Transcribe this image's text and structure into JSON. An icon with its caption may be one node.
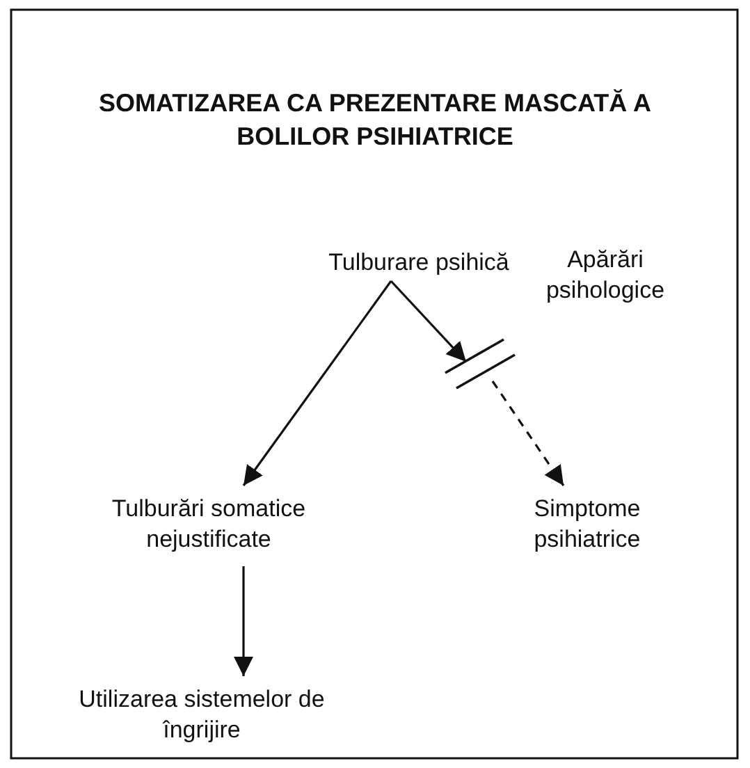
{
  "diagram": {
    "title": "SOMATIZAREA CA PREZENTARE MASCATĂ A BOLILOR PSIHIATRICE",
    "nodes": [
      {
        "text": [
          "Tulburare psihică"
        ]
      },
      {
        "text": [],
        "shape": "bar",
        "beside": [
          "Apărări psihologice"
        ]
      },
      {
        "text": [
          "Tulburări somatice nejustificate"
        ]
      },
      {
        "text": [
          "Simptome psihiatrice"
        ]
      },
      {
        "text": [
          "Utilizarea sistemelor de îngrijire"
        ]
      }
    ],
    "edges": [
      {
        "from": 0,
        "to": 2,
        "arrow": "to"
      },
      {
        "from": 0,
        "to": 1,
        "arrow": "to"
      },
      {
        "from": 1,
        "to": 3,
        "arrow": "to",
        "style": "dashed"
      },
      {
        "from": 2,
        "to": 4,
        "arrow": "to"
      }
    ]
  }
}
